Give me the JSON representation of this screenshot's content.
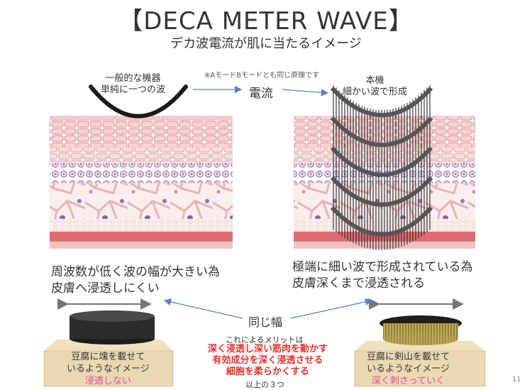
{
  "title": "【DECA METER WAVE】",
  "subtitle": "デカ波電流が肌に当たるイメージ",
  "note": "※AモードBモードとも同じ原理です",
  "label_common": [
    "一般的な機器",
    "単純に一つの波"
  ],
  "label_device": [
    "本機",
    "細かい波で形成"
  ],
  "label_current": "電流",
  "left_text": [
    "周波数が低く波の幅が大きい為",
    "皮膚へ浸透しにくい"
  ],
  "right_text": [
    "極端に細い波で形成されている為",
    "皮膚深くまで浸透される"
  ],
  "same_width": "同じ幅",
  "merit_intro": "これによるメリットは",
  "merit_lines": [
    "深く浸透し深い筋肉を動かす",
    "有効成分を深く浸透させる",
    "細胞を柔らかくする"
  ],
  "merit_outro": "以上の３つ",
  "tofu_left": [
    "豆腐に塊を載せて",
    "いるようなイメージ",
    "浸透しない"
  ],
  "tofu_right": [
    "豆腐に剣山を載せて",
    "いるようなイメージ",
    "深く刺さっていく"
  ],
  "page_number": "11",
  "colors": {
    "text": "#333333",
    "red": "#e8322a",
    "pink": "#e8489a",
    "arrow": "#5a7fcf",
    "gray_arrow": "#777777"
  },
  "icons": [
    "single-wave-arc-icon",
    "multi-wave-arcs-icon",
    "skin-cross-section",
    "block-weight-icon",
    "needle-holder-icon",
    "tofu-block"
  ]
}
